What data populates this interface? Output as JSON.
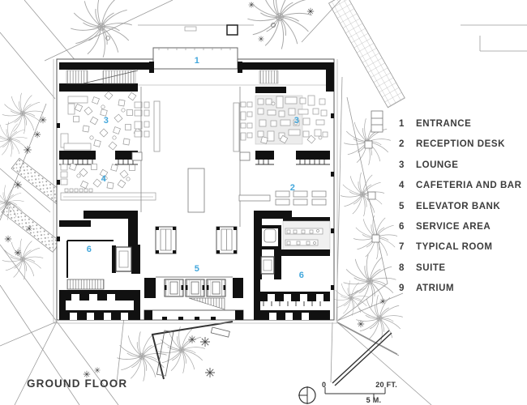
{
  "title": "GROUND FLOOR",
  "legend": {
    "items": [
      {
        "num": "1",
        "label": "ENTRANCE"
      },
      {
        "num": "2",
        "label": "RECEPTION DESK"
      },
      {
        "num": "3",
        "label": "LOUNGE"
      },
      {
        "num": "4",
        "label": "CAFETERIA AND BAR"
      },
      {
        "num": "5",
        "label": "ELEVATOR BANK"
      },
      {
        "num": "6",
        "label": "SERVICE AREA"
      },
      {
        "num": "7",
        "label": "TYPICAL ROOM"
      },
      {
        "num": "8",
        "label": "SUITE"
      },
      {
        "num": "9",
        "label": "ATRIUM"
      }
    ]
  },
  "plan_labels": [
    {
      "num": "1"
    },
    {
      "num": "3"
    },
    {
      "num": "3"
    },
    {
      "num": "4"
    },
    {
      "num": "2"
    },
    {
      "num": "6"
    },
    {
      "num": "5"
    },
    {
      "num": "6"
    }
  ],
  "scale_bar": {
    "zero": "0",
    "feet": "20 FT.",
    "meters": "5 M."
  },
  "colors": {
    "label_blue": "#42a7dc",
    "wall_black": "#111111",
    "site_line": "#999999"
  },
  "icons": {
    "north_arrow_icon": "circle-with-meridian-line"
  }
}
